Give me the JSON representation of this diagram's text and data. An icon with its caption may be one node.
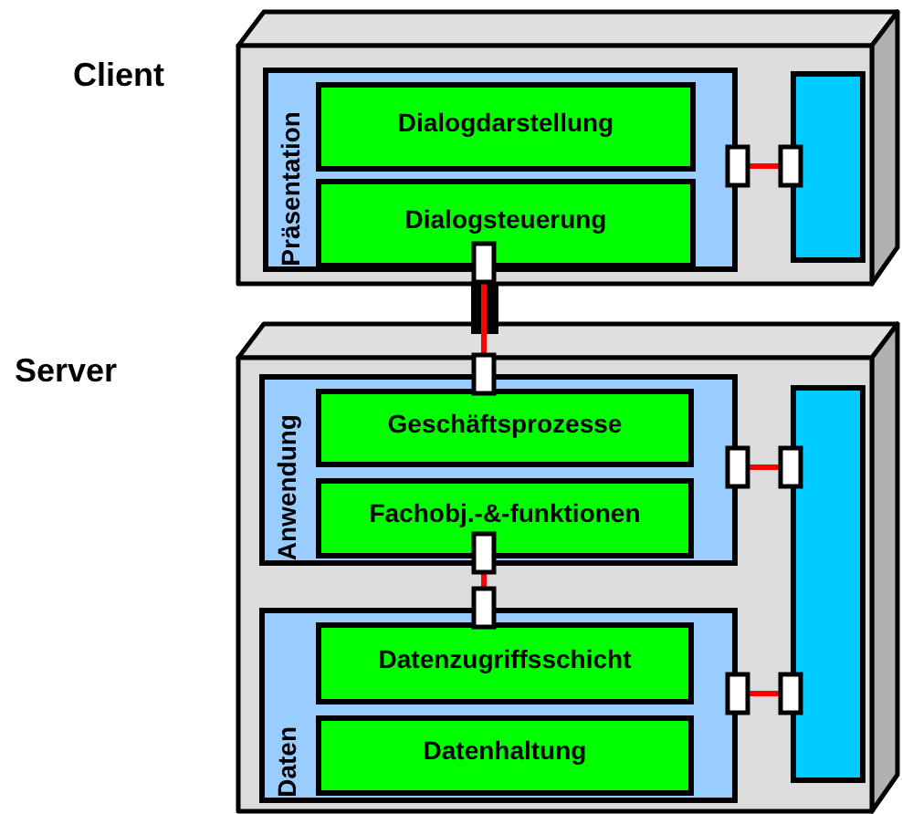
{
  "diagram": {
    "nodes": [
      {
        "text": [],
        "shape": "box"
      },
      {
        "text": [
          "Präsentation"
        ],
        "in": 0
      },
      {
        "text": [
          "Dialogdarstellung"
        ],
        "in": 1
      },
      {
        "text": [
          "Dialogsteuerung"
        ],
        "in": 1
      },
      {
        "text": [],
        "shape": "bar",
        "in": 0
      },
      {
        "text": [],
        "shape": "box"
      },
      {
        "text": [
          "Anwendung"
        ],
        "in": 5
      },
      {
        "text": [
          "Geschäftsprozesse"
        ],
        "in": 6
      },
      {
        "text": [
          "Fachobj.-&-funktionen"
        ],
        "in": 6
      },
      {
        "text": [
          "Daten"
        ],
        "in": 5
      },
      {
        "text": [
          "Datenzugriffsschicht"
        ],
        "in": 9
      },
      {
        "text": [
          "Datenhaltung"
        ],
        "in": 9
      },
      {
        "text": [],
        "shape": "bar",
        "in": 5
      }
    ],
    "edges": [
      {
        "from": 1,
        "to": 4,
        "arrow": "other"
      },
      {
        "from": 3,
        "to": 6,
        "arrow": "other"
      },
      {
        "from": 8,
        "to": 9,
        "arrow": "other"
      },
      {
        "from": 6,
        "to": 12,
        "arrow": "other"
      },
      {
        "from": 9,
        "to": 12,
        "arrow": "other"
      }
    ],
    "labels": [
      "Client",
      "Server"
    ]
  }
}
